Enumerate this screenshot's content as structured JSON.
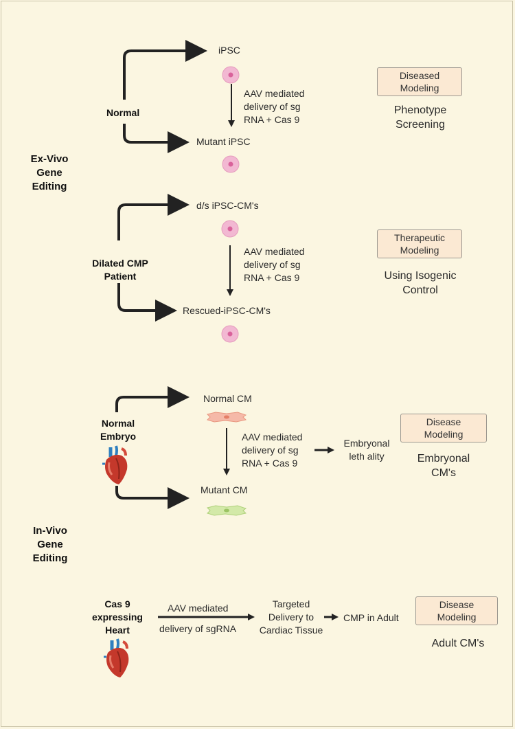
{
  "sections": {
    "ex_vivo": "Ex-Vivo\nGene\nEditing",
    "in_vivo": "In-Vivo\nGene\nEditing"
  },
  "panel1": {
    "source": "Normal",
    "top": "iPSC",
    "bottom": "Mutant iPSC",
    "step": "AAV mediated\ndelivery of sg\nRNA + Cas 9",
    "box": "Diseased\nModeling",
    "caption": "Phenotype\nScreening"
  },
  "panel2": {
    "source": "Dilated CMP\nPatient",
    "top": "d/s iPSC-CM's",
    "bottom": "Rescued-iPSC-CM's",
    "step": "AAV mediated\ndelivery of sg\nRNA + Cas 9",
    "box": "Therapeutic\nModeling",
    "caption": "Using Isogenic\nControl"
  },
  "panel3": {
    "source": "Normal\nEmbryo",
    "top": "Normal CM",
    "bottom": "Mutant CM",
    "step": "AAV mediated\ndelivery of sg\nRNA + Cas 9",
    "outcome": "Embryonal\nleth ality",
    "box": "Disease\nModeling",
    "caption": "Embryonal\nCM's"
  },
  "panel4": {
    "source": "Cas 9\nexpressing\nHeart",
    "arrow_top": "AAV mediated",
    "arrow_bottom": "delivery of sgRNA",
    "target": "Targeted\nDelivery to\nCardiac Tissue",
    "outcome": "CMP in Adult",
    "box": "Disease\nModeling",
    "caption": "Adult CM's"
  },
  "icons": {
    "stem_cell": "stem-cell-icon",
    "cardiomyocyte": "cardiomyocyte-icon",
    "heart": "heart-icon"
  },
  "colors": {
    "background": "#fbf6e1",
    "box_fill": "#fbe9d3",
    "arrow": "#222222",
    "stem_cell": "#eeaacd",
    "cm_normal": "#f5b9a8",
    "cm_mutant": "#cfe6a3",
    "heart": "#c4382b"
  }
}
